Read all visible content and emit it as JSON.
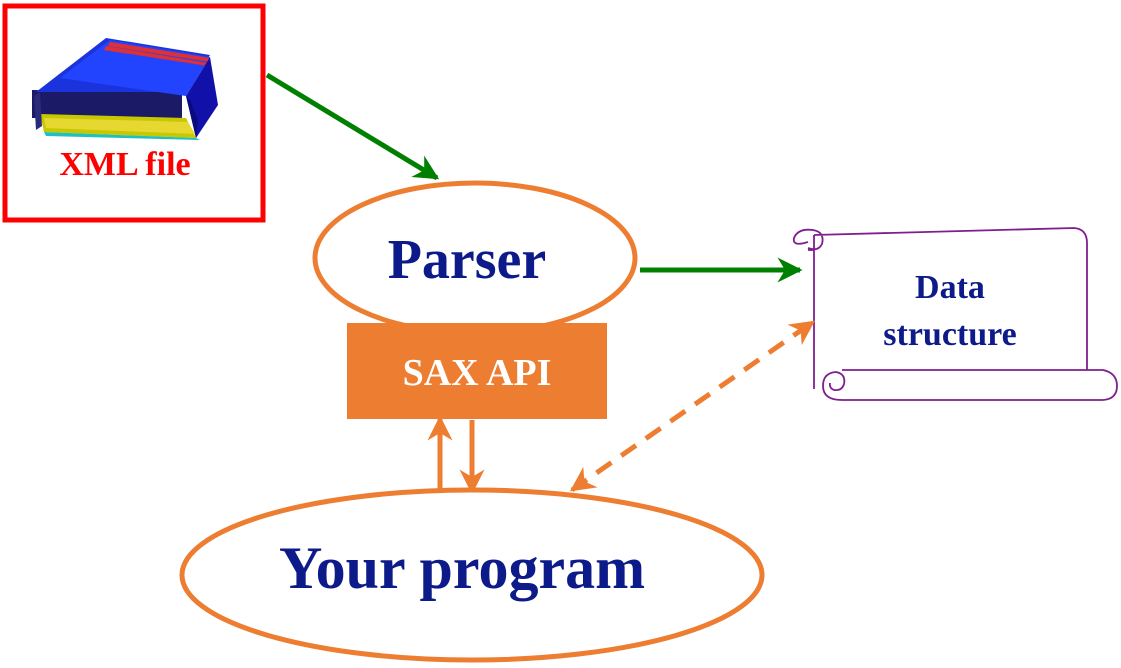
{
  "xml_file": {
    "label": "XML file",
    "color": "#ff0000"
  },
  "parser": {
    "label": "Parser",
    "color": "#0d1a8a",
    "border_color": "#ed7d31"
  },
  "sax_api": {
    "label": "SAX API",
    "fill": "#ed7d31",
    "text_color": "#ffffff"
  },
  "data_structure": {
    "label_line1": "Data",
    "label_line2": "structure",
    "text_color": "#0d1a8a",
    "border_color": "#7f1f8f"
  },
  "your_program": {
    "label": "Your program",
    "color": "#0d1a8a",
    "border_color": "#ed7d31"
  },
  "arrows": {
    "flow_color": "#008000",
    "api_color": "#ed7d31"
  }
}
